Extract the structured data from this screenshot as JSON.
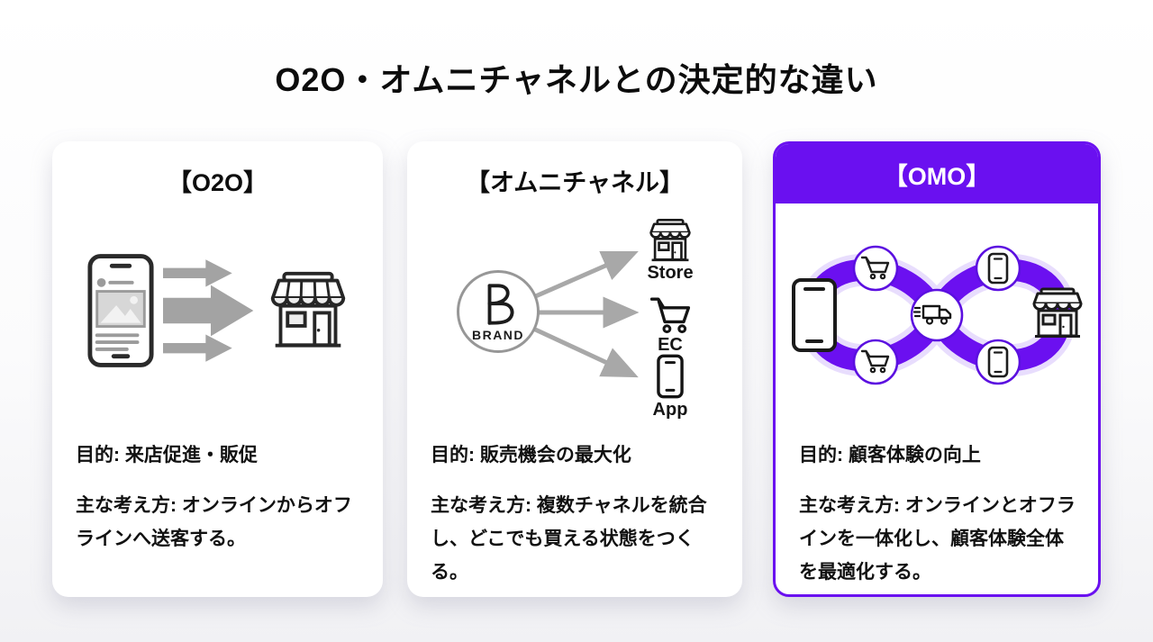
{
  "title": "O2O・オムニチャネルとの決定的な違い",
  "cards": {
    "o2o": {
      "title": "【O2O】",
      "purpose": "目的: 来店促進・販促",
      "approach": "主な考え方: オンラインからオフラインへ送客する。"
    },
    "omni": {
      "title": "【オムニチャネル】",
      "brand": "BRAND",
      "channels": [
        {
          "label": "Store"
        },
        {
          "label": "EC"
        },
        {
          "label": "App"
        }
      ],
      "purpose": "目的: 販売機会の最大化",
      "approach": "主な考え方: 複数チャネルを統合し、どこでも買える状態をつくる。"
    },
    "omo": {
      "title": "【OMO】",
      "purpose": "目的: 顧客体験の向上",
      "approach": "主な考え方: オンラインとオフラインを一体化し、顧客体験全体を最適化する。"
    }
  },
  "colors": {
    "accent_purple": "#6a10f0",
    "loop_glow": "#d8c6fb",
    "arrow_gray": "#a3a3a3",
    "icon_stroke": "#232323"
  },
  "icons": {
    "o2o": [
      "smartphone-post-icon",
      "triple-right-arrows-icon",
      "storefront-icon"
    ],
    "omni": [
      "brand-b-logo-icon",
      "storefront-icon",
      "cart-icon",
      "smartphone-icon"
    ],
    "omo": [
      "infinity-loop",
      "smartphone-icon",
      "cart-icon",
      "delivery-truck-icon",
      "storefront-icon"
    ]
  }
}
